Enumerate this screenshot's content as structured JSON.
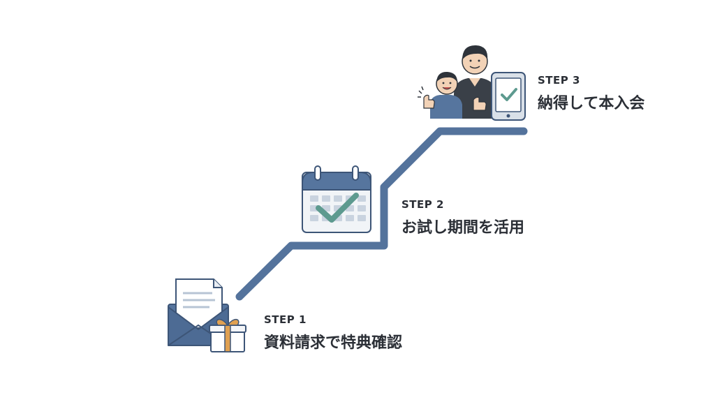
{
  "steps": [
    {
      "label": "STEP 1",
      "title": "資料請求で特典確認",
      "icon": "envelope-gift-icon"
    },
    {
      "label": "STEP 2",
      "title": "お試し期間を活用",
      "icon": "calendar-check-icon"
    },
    {
      "label": "STEP 3",
      "title": "納得して本入会",
      "icon": "family-thumbs-up-tablet-icon"
    }
  ],
  "colors": {
    "path": "#54739c",
    "icon_blue": "#56759e",
    "check_green": "#5d9a8f",
    "gift_orange": "#e0a050",
    "text": "#2b2f36"
  }
}
